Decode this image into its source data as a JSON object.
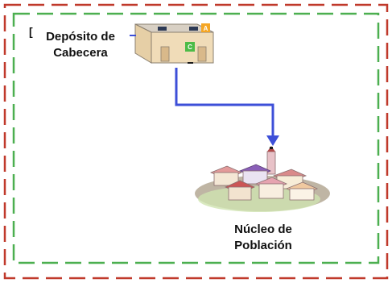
{
  "tank": {
    "label_line1": "Depósito de",
    "label_line2": "Cabecera",
    "badge_a": "A",
    "badge_c": "C"
  },
  "town": {
    "label_line1": "Núcleo de",
    "label_line2": "Población"
  },
  "bracket_char": "[",
  "colors": {
    "outer_border": "#c0392b",
    "inner_border": "#4caf50",
    "pipe": "#3d4fd8",
    "badge_a": "#f5a623",
    "badge_c": "#4cbb47"
  }
}
